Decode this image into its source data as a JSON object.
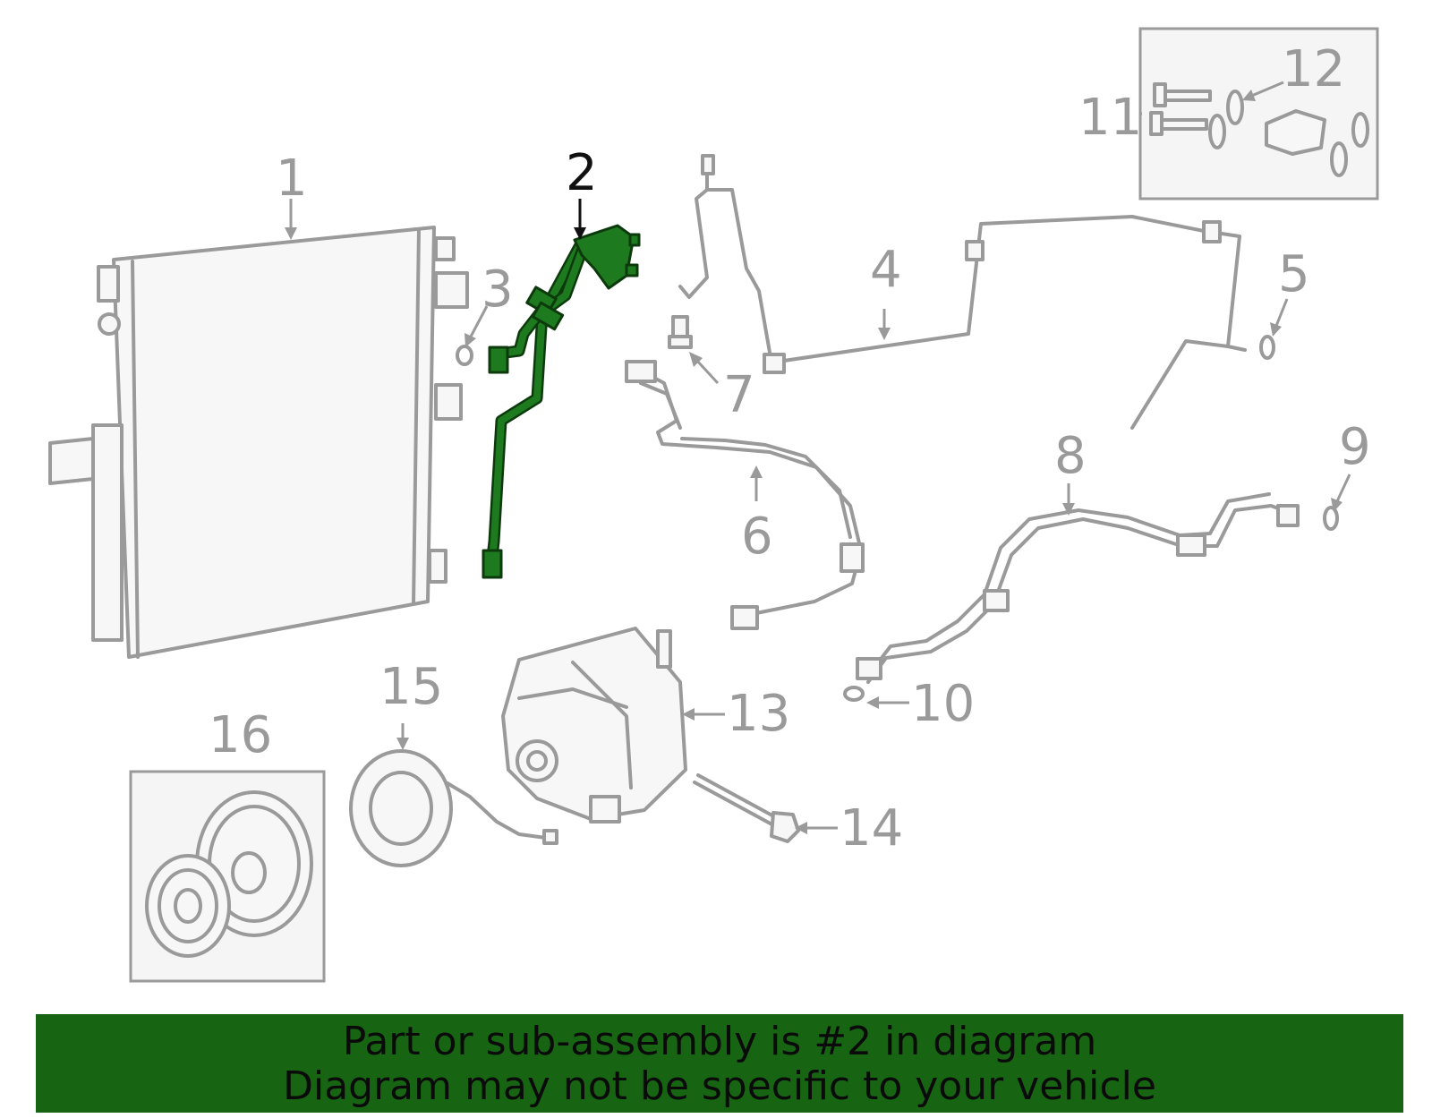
{
  "diagram": {
    "highlight_color": "#1e7a1e",
    "highlighted_part": "2",
    "callouts": {
      "c1": "1",
      "c2": "2",
      "c3": "3",
      "c4": "4",
      "c5": "5",
      "c6": "6",
      "c7": "7",
      "c8": "8",
      "c9": "9",
      "c10": "10",
      "c11": "11",
      "c12": "12",
      "c13": "13",
      "c14": "14",
      "c15": "15",
      "c16": "16"
    }
  },
  "banner": {
    "line1": "Part or sub-assembly is #2 in diagram",
    "line2": "Diagram may not be specific to your vehicle",
    "background": "#176512"
  }
}
